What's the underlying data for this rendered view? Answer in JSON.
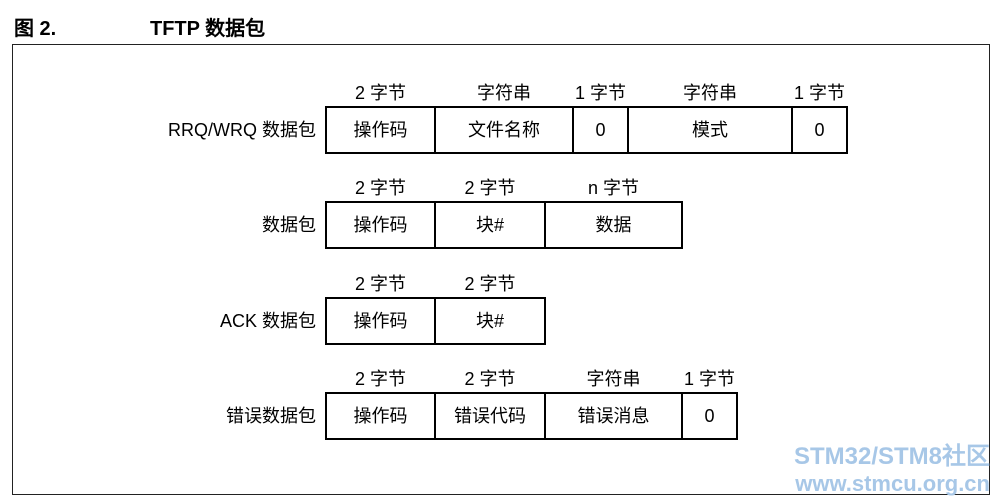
{
  "figure": {
    "number": "图 2.",
    "title": "TFTP 数据包"
  },
  "packets": [
    {
      "label": "RRQ/WRQ 数据包",
      "fields": [
        {
          "size": "2 字节",
          "name": "操作码"
        },
        {
          "size": "字符串",
          "name": "文件名称"
        },
        {
          "size": "1 字节",
          "name": "0"
        },
        {
          "size": "字符串",
          "name": "模式"
        },
        {
          "size": "1 字节",
          "name": "0"
        }
      ]
    },
    {
      "label": "数据包",
      "fields": [
        {
          "size": "2 字节",
          "name": "操作码"
        },
        {
          "size": "2 字节",
          "name": "块#"
        },
        {
          "size": "n 字节",
          "name": "数据"
        }
      ]
    },
    {
      "label": "ACK 数据包",
      "fields": [
        {
          "size": "2 字节",
          "name": "操作码"
        },
        {
          "size": "2 字节",
          "name": "块#"
        }
      ]
    },
    {
      "label": "错误数据包",
      "fields": [
        {
          "size": "2 字节",
          "name": "操作码"
        },
        {
          "size": "2 字节",
          "name": "错误代码"
        },
        {
          "size": "字符串",
          "name": "错误消息"
        },
        {
          "size": "1 字节",
          "name": "0"
        }
      ]
    }
  ],
  "watermark": {
    "line1": "STM32/STM8社区",
    "line2": "www.stmcu.org.cn"
  },
  "colors": {
    "text": "#000000",
    "border": "#000000",
    "frame": "#222222",
    "watermark": "#a7c7e7"
  }
}
